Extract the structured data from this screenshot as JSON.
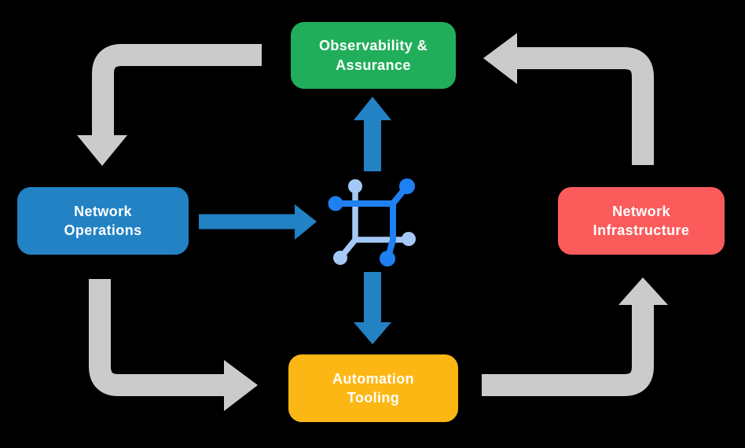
{
  "background": "#000000",
  "colors": {
    "bg": "#000000",
    "arrow-gray": "#CBCBCB",
    "arrow-blue": "#2282C4",
    "icon-dark": "#1F80F2",
    "icon-light": "#A5C9F6",
    "label-text": "#FFFFFF"
  },
  "nodes": {
    "observability": {
      "label": "Observability &\nAssurance",
      "color": "#21AE5B"
    },
    "operations": {
      "label": "Network\nOperations",
      "color": "#2282C4"
    },
    "infrastructure": {
      "label": "Network\nInfrastructure",
      "color": "#FB5B5B"
    },
    "automation": {
      "label": "Automation\nTooling",
      "color": "#FCB714"
    }
  },
  "hub": {
    "icon": "network-mesh-icon"
  },
  "arrows": {
    "gray_cycle": [
      {
        "from": "observability",
        "to": "operations",
        "direction": "down"
      },
      {
        "from": "operations",
        "to": "automation",
        "direction": "right"
      },
      {
        "from": "automation",
        "to": "infrastructure",
        "direction": "up"
      },
      {
        "from": "infrastructure",
        "to": "observability",
        "direction": "left"
      }
    ],
    "blue_hub": [
      {
        "from": "operations",
        "to": "hub",
        "direction": "right"
      },
      {
        "from": "hub",
        "to": "observability",
        "direction": "up"
      },
      {
        "from": "hub",
        "to": "automation",
        "direction": "down"
      }
    ]
  }
}
